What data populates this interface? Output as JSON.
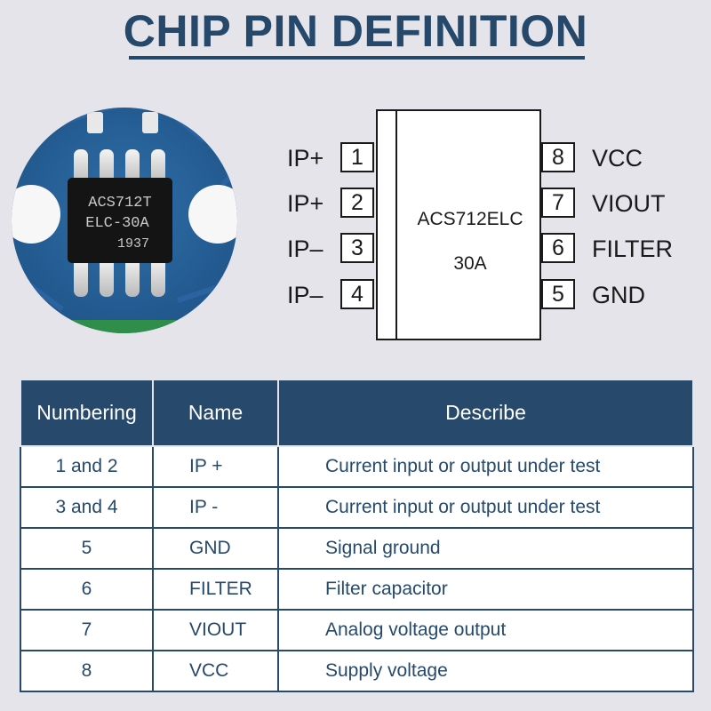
{
  "title": "CHIP PIN DEFINITION",
  "photo": {
    "chip_marking": [
      "ACS712T",
      "ELC-30A",
      "1937"
    ]
  },
  "chip": {
    "part": "ACS712ELC",
    "rating": "30A"
  },
  "pins_left": [
    {
      "label": "IP+",
      "number": "1"
    },
    {
      "label": "IP+",
      "number": "2"
    },
    {
      "label": "IP–",
      "number": "3"
    },
    {
      "label": "IP–",
      "number": "4"
    }
  ],
  "pins_right": [
    {
      "label": "VCC",
      "number": "8"
    },
    {
      "label": "VIOUT",
      "number": "7"
    },
    {
      "label": "FILTER",
      "number": "6"
    },
    {
      "label": "GND",
      "number": "5"
    }
  ],
  "table": {
    "headers": [
      "Numbering",
      "Name",
      "Describe"
    ],
    "rows": [
      [
        "1 and 2",
        "IP +",
        "Current input or output under test"
      ],
      [
        "3 and 4",
        "IP -",
        "Current input or output under test"
      ],
      [
        "5",
        "GND",
        "Signal ground"
      ],
      [
        "6",
        "FILTER",
        "Filter capacitor"
      ],
      [
        "7",
        "VIOUT",
        "Analog voltage output"
      ],
      [
        "8",
        "VCC",
        "Supply voltage"
      ]
    ]
  }
}
